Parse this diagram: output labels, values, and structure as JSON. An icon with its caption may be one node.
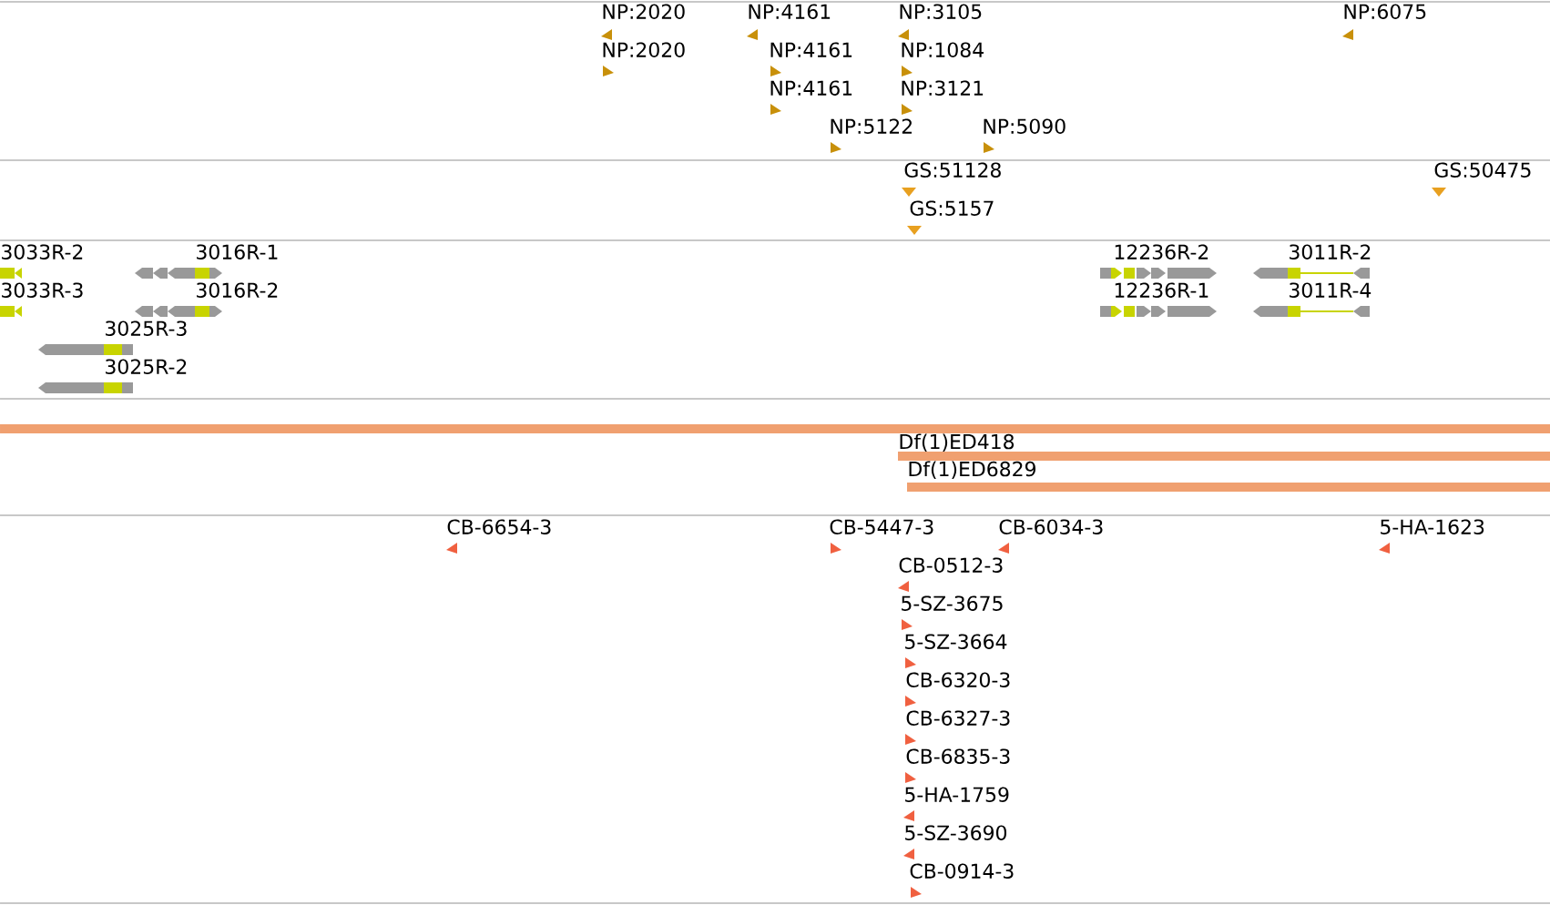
{
  "diagram": {
    "labels": [
      "NP:2020",
      "NP:4161",
      "NP:3105",
      "NP:6075",
      "NP:2020",
      "NP:4161",
      "NP:1084",
      "NP:4161",
      "NP:3121",
      "NP:5122",
      "NP:5090",
      "GS:51128",
      "GS:50475",
      "GS:5157",
      "3033R-2",
      "3016R-1",
      "12236R-2",
      "3011R-2",
      "3033R-3",
      "3016R-2",
      "12236R-1",
      "3011R-4",
      "3025R-3",
      "3025R-2",
      "Df(1)ED418",
      "Df(1)ED6829",
      "CB-6654-3",
      "CB-5447-3",
      "CB-6034-3",
      "5-HA-1623",
      "CB-0512-3",
      "5-SZ-3675",
      "5-SZ-3664",
      "CB-6320-3",
      "CB-6327-3",
      "CB-6835-3",
      "5-HA-1759",
      "5-SZ-3690",
      "CB-0914-3"
    ]
  }
}
